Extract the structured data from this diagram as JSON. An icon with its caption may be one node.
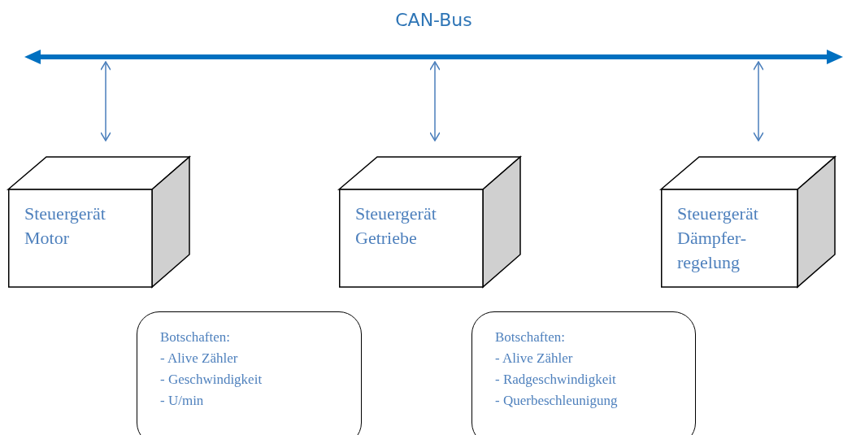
{
  "diagram": {
    "nodes": [
      {
        "text": [
          "CAN-Bus"
        ]
      },
      {
        "text": [
          "Steuergerät Motor"
        ]
      },
      {
        "text": [
          "Steuergerät Getriebe"
        ]
      },
      {
        "text": [
          "Steuergerät Dämpfer- regelung"
        ]
      },
      {
        "text": [
          "Botschaften:",
          "- Alive Zähler",
          "- Geschwindigkeit",
          "- U/min"
        ]
      },
      {
        "text": [
          "Botschaften:",
          "- Alive Zähler",
          "- Radgeschwindigkeit",
          "- Querbeschleunigung"
        ]
      }
    ],
    "edges": [
      {
        "from": 0,
        "to": 1,
        "arrow": "both"
      },
      {
        "from": 0,
        "to": 2,
        "arrow": "both"
      },
      {
        "from": 0,
        "to": 3,
        "arrow": "both"
      }
    ]
  }
}
